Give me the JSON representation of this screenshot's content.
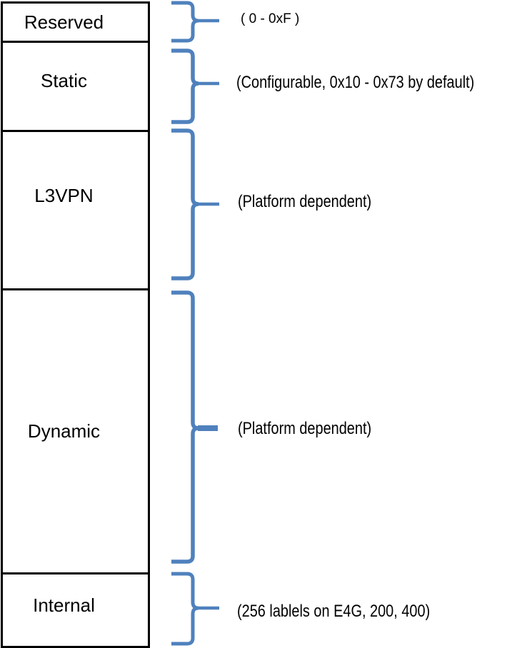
{
  "diagram": {
    "rows": [
      {
        "label": "Reserved",
        "annotation": "( 0 - 0xF )"
      },
      {
        "label": "Static",
        "annotation": "(Configurable, 0x10 - 0x73 by default)"
      },
      {
        "label": "L3VPN",
        "annotation": "(Platform dependent)"
      },
      {
        "label": "Dynamic",
        "annotation": "(Platform dependent)"
      },
      {
        "label": "Internal",
        "annotation": "(256 lablels on E4G, 200, 400)"
      }
    ],
    "icons": {
      "brace": "right-curly-brace-callout"
    },
    "colors": {
      "brace": "#4f81bd",
      "box_border": "#000000",
      "text": "#000000",
      "background": "#ffffff"
    }
  }
}
